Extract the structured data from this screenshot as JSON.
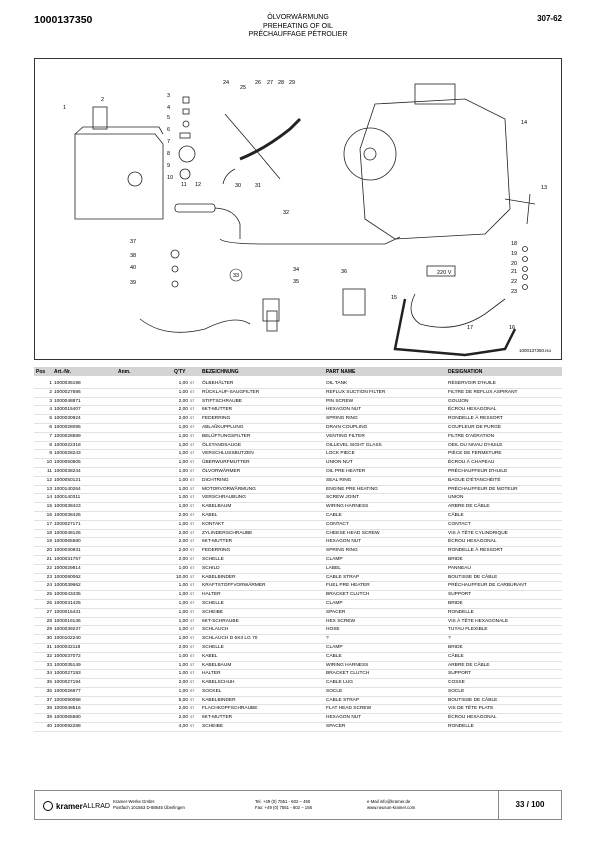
{
  "header": {
    "part_code": "1000137350",
    "title_de": "ÖLVORWÄRMUNG",
    "title_en": "PREHEATING OF OIL",
    "title_fr": "PRÉCHAUFFAGE PÉTROLIER",
    "page_ref": "307-62"
  },
  "diagram": {
    "image_id": "1000137350.iso",
    "voltage_label": "220 V",
    "callouts": [
      "1",
      "2",
      "3",
      "4",
      "5",
      "6",
      "7",
      "8",
      "9",
      "10",
      "11",
      "12",
      "13",
      "14",
      "15",
      "16",
      "17",
      "18",
      "19",
      "20",
      "21",
      "22",
      "23",
      "24",
      "25",
      "26",
      "27",
      "28",
      "29",
      "30",
      "31",
      "32",
      "33",
      "34",
      "35",
      "36",
      "37",
      "38",
      "39",
      "40"
    ]
  },
  "columns": {
    "pos": "Pos",
    "art": "Art.-Nr.",
    "anm": "Anm.",
    "qty": "Q'TY",
    "de": "BEZEICHNUNG",
    "en": "PART NAME",
    "fr": "DESIGNATION"
  },
  "unit_label": "ST",
  "parts": [
    {
      "pos": "1",
      "art": "1000035198",
      "qty": "1,00",
      "de": "ÖLBEHÄLTER",
      "en": "OIL TANK",
      "fr": "RÉSERVOIR D'HUILE"
    },
    {
      "pos": "2",
      "art": "1000027686",
      "qty": "1,00",
      "de": "RÜCKLAUF-SAUGFILTER",
      "en": "REFLUX SUCTION FILTER",
      "fr": "FILTRE DE REFLUX ASPIRANT"
    },
    {
      "pos": "3",
      "art": "1000048871",
      "qty": "2,00",
      "de": "STIFTSCHRAUBE",
      "en": "PIN SCREW",
      "fr": "GOUJON"
    },
    {
      "pos": "4",
      "art": "1000015407",
      "qty": "2,00",
      "de": "6KT-MUTTER",
      "en": "HEXAGON NUT",
      "fr": "ÉCROU HEXAGONAL"
    },
    {
      "pos": "5",
      "art": "1000030924",
      "qty": "2,00",
      "de": "FEDERRING",
      "en": "SPRING RING",
      "fr": "RONDELLE À RESSORT"
    },
    {
      "pos": "6",
      "art": "1000028095",
      "qty": "1,00",
      "de": "ABLAßKUPPLUNG",
      "en": "DRAIN COUPLING",
      "fr": "COUPLEUR DE PURGE"
    },
    {
      "pos": "7",
      "art": "1000028589",
      "qty": "1,00",
      "de": "BELÜFTUNGSFILTER",
      "en": "VENTING FILTER",
      "fr": "FILTRE D'AÉRATION"
    },
    {
      "pos": "8",
      "art": "1000022318",
      "qty": "1,00",
      "de": "ÖLSTANDSAUGE",
      "en": "OILLEVEL SIGHT GLASS",
      "fr": "OEIL DU NIVAU D'HUILE"
    },
    {
      "pos": "9",
      "art": "1000028243",
      "qty": "1,00",
      "de": "VERSCHLUSSBUTZEN",
      "en": "LOCK PIECE",
      "fr": "PIÈCE DE FERMETURE"
    },
    {
      "pos": "10",
      "art": "1000050505",
      "qty": "1,00",
      "de": "ÜBERWURFMUTTER",
      "en": "UNION NUT",
      "fr": "ÉCROU À CHAPEAU"
    },
    {
      "pos": "11",
      "art": "1000038244",
      "qty": "1,00",
      "de": "ÖLVORWÄRMER",
      "en": "OIL PRE HEATER",
      "fr": "PRÉCHAUFFEUR D'HUILE"
    },
    {
      "pos": "12",
      "art": "1000050121",
      "qty": "1,00",
      "de": "DICHTRING",
      "en": "SEAL RING",
      "fr": "BAGUE D'ÉTANCHÉITÉ"
    },
    {
      "pos": "13",
      "art": "1000140264",
      "qty": "1,00",
      "de": "MOTORVORWÄRMUNG",
      "en": "ENGINE PRE HEATING",
      "fr": "PRÉCHAUFFEUR DE MOTEUR"
    },
    {
      "pos": "14",
      "art": "1000140311",
      "qty": "1,00",
      "de": "VERSCHRAUBUNG",
      "en": "SCREW JOINT",
      "fr": "UNION"
    },
    {
      "pos": "15",
      "art": "1000038423",
      "qty": "1,00",
      "de": "KABELBAUM",
      "en": "WIRING HARNESS",
      "fr": "ARBRE DE CÂBLE"
    },
    {
      "pos": "16",
      "art": "1000038425",
      "qty": "2,00",
      "de": "KABEL",
      "en": "CABLE",
      "fr": "CÂBLE"
    },
    {
      "pos": "17",
      "art": "1000027171",
      "qty": "1,00",
      "de": "KONTAKT",
      "en": "CONTACT",
      "fr": "CONTACT"
    },
    {
      "pos": "18",
      "art": "1000048126",
      "qty": "2,00",
      "de": "ZYLINDERSCHRAUBE",
      "en": "CHEESE HEAD SCREW",
      "fr": "VIS À TÊTE CYLINDRIQUE"
    },
    {
      "pos": "19",
      "art": "1000065580",
      "qty": "2,00",
      "de": "6KT-MUTTER",
      "en": "HEXAGON NUT",
      "fr": "ÉCROU HEXAGONAL"
    },
    {
      "pos": "20",
      "art": "1000030931",
      "qty": "2,00",
      "de": "FEDERRING",
      "en": "SPRING RING",
      "fr": "RONDELLE À RESSORT"
    },
    {
      "pos": "21",
      "art": "1000031757",
      "qty": "2,00",
      "de": "SCHELLE",
      "en": "CLAMP",
      "fr": "BRIDE"
    },
    {
      "pos": "22",
      "art": "1000029814",
      "qty": "1,00",
      "de": "SCHILD",
      "en": "LABEL",
      "fr": "PANNEAU"
    },
    {
      "pos": "23",
      "art": "1000090062",
      "qty": "10,00",
      "de": "KABELBINDER",
      "en": "CABLE STRAP",
      "fr": "BOUTISSE DE CÂBLE"
    },
    {
      "pos": "24",
      "art": "1000039662",
      "qty": "1,00",
      "de": "KRAFTSTOFFVORWÄRMER",
      "en": "FUEL PRE HEATER",
      "fr": "PRÉCHAUFFEUR DE CARBURANT"
    },
    {
      "pos": "25",
      "art": "1000043435",
      "qty": "1,00",
      "de": "HALTER",
      "en": "BRACKET CLUTCH",
      "fr": "SUPPORT"
    },
    {
      "pos": "26",
      "art": "1000031425",
      "qty": "1,00",
      "de": "SCHELLE",
      "en": "CLAMP",
      "fr": "BRIDE"
    },
    {
      "pos": "27",
      "art": "1000015431",
      "qty": "1,00",
      "de": "SCHEIBE",
      "en": "SPACER",
      "fr": "RONDELLE"
    },
    {
      "pos": "28",
      "art": "1000019136",
      "qty": "1,00",
      "de": "6KT-SCHRAUBE",
      "en": "HEX SCREW",
      "fr": "VIS À TÊTE HEXAGONALE"
    },
    {
      "pos": "29",
      "art": "1000039237",
      "qty": "1,00",
      "de": "SCHLAUCH",
      "en": "HOSE",
      "fr": "TUYAU FLEXIBLE"
    },
    {
      "pos": "30",
      "art": "1000102240",
      "qty": "1,00",
      "de": "SCHLAUCH D 6X3 LG 70",
      "en": "?",
      "fr": "?"
    },
    {
      "pos": "31",
      "art": "1000032118",
      "qty": "2,00",
      "de": "SCHELLE",
      "en": "CLAMP",
      "fr": "BRIDE"
    },
    {
      "pos": "32",
      "art": "1000037072",
      "qty": "1,00",
      "de": "KABEL",
      "en": "CABLE",
      "fr": "CÂBLE"
    },
    {
      "pos": "33",
      "art": "1000035149",
      "qty": "1,00",
      "de": "KABELBAUM",
      "en": "WIRING HARNESS",
      "fr": "ARBRE DE CÂBLE"
    },
    {
      "pos": "34",
      "art": "1000027193",
      "qty": "1,00",
      "de": "HALTER",
      "en": "BRACKET CLUTCH",
      "fr": "SUPPORT"
    },
    {
      "pos": "35",
      "art": "1000027194",
      "qty": "2,00",
      "de": "KABELSCHUH",
      "en": "CABLE LUG",
      "fr": "COSSE"
    },
    {
      "pos": "36",
      "art": "1000026977",
      "qty": "1,00",
      "de": "SOCKEL",
      "en": "SOCLE",
      "fr": "SOCLE"
    },
    {
      "pos": "37",
      "art": "1000090058",
      "qty": "5,00",
      "de": "KABELBINDER",
      "en": "CABLE STRAP",
      "fr": "BOUTISSE DE CÂBLE"
    },
    {
      "pos": "38",
      "art": "1000048516",
      "qty": "2,00",
      "de": "FLACHKOPFSCHRAUBE",
      "en": "FLAT HEAD SCREW",
      "fr": "VIS DE TÊTE PLATE"
    },
    {
      "pos": "39",
      "art": "1000065580",
      "qty": "2,00",
      "de": "6KT-MUTTER",
      "en": "HEXAGON NUT",
      "fr": "ÉCROU HEXAGONAL"
    },
    {
      "pos": "40",
      "art": "1000092288",
      "qty": "4,00",
      "de": "SCHEIBE",
      "en": "SPACER",
      "fr": "RONDELLE"
    }
  ],
  "footer": {
    "brand_main": "kramer",
    "brand_sub": "ALLRAD",
    "company": "Kramer-Werke GmbH",
    "address": "Postfach 101563 D-88645 Überlingen",
    "tel": "Tel. +49 (0) 7551 - 602 – 450",
    "fax": "Fax: +49 (0) 7551 - 602 – 156",
    "email": "e-Mail info@kramer.de",
    "web": "www.neuson-kramer.com",
    "page_number": "33 / 100"
  }
}
